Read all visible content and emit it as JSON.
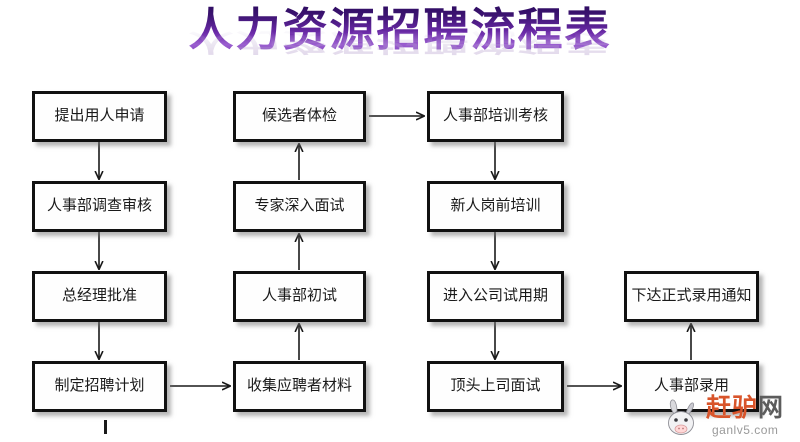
{
  "title": {
    "text": "人力资源招聘流程表",
    "gradient_top_color": "#2b0a5e",
    "gradient_bottom_color": "#9b5fd0",
    "reflection_color": "#b9a4cf"
  },
  "flowchart": {
    "type": "flowchart",
    "columns": 4,
    "rows": 4,
    "nodes": [
      {
        "id": "n1",
        "label": "提出用人申请",
        "col": 1,
        "row": 1
      },
      {
        "id": "n2",
        "label": "人事部调查审核",
        "col": 1,
        "row": 2
      },
      {
        "id": "n3",
        "label": "总经理批准",
        "col": 1,
        "row": 3
      },
      {
        "id": "n4",
        "label": "制定招聘计划",
        "col": 1,
        "row": 4
      },
      {
        "id": "n5",
        "label": "候选者体检",
        "col": 2,
        "row": 1
      },
      {
        "id": "n6",
        "label": "专家深入面试",
        "col": 2,
        "row": 2
      },
      {
        "id": "n7",
        "label": "人事部初试",
        "col": 2,
        "row": 3
      },
      {
        "id": "n8",
        "label": "收集应聘者材料",
        "col": 2,
        "row": 4
      },
      {
        "id": "n9",
        "label": "人事部培训考核",
        "col": 3,
        "row": 1
      },
      {
        "id": "n10",
        "label": "新人岗前培训",
        "col": 3,
        "row": 2
      },
      {
        "id": "n11",
        "label": "进入公司试用期",
        "col": 3,
        "row": 3
      },
      {
        "id": "n12",
        "label": "顶头上司面试",
        "col": 3,
        "row": 4
      },
      {
        "id": "n13",
        "label": "下达正式录用通知",
        "col": 4,
        "row": 3
      },
      {
        "id": "n14",
        "label": "人事部录用",
        "col": 4,
        "row": 4
      }
    ],
    "edges": [
      {
        "from": "n1",
        "to": "n2",
        "direction": "down"
      },
      {
        "from": "n2",
        "to": "n3",
        "direction": "down"
      },
      {
        "from": "n3",
        "to": "n4",
        "direction": "down"
      },
      {
        "from": "n4",
        "to": "n8",
        "direction": "right"
      },
      {
        "from": "n8",
        "to": "n7",
        "direction": "up"
      },
      {
        "from": "n7",
        "to": "n6",
        "direction": "up"
      },
      {
        "from": "n6",
        "to": "n5",
        "direction": "up"
      },
      {
        "from": "n5",
        "to": "n9",
        "direction": "right"
      },
      {
        "from": "n9",
        "to": "n10",
        "direction": "down"
      },
      {
        "from": "n10",
        "to": "n11",
        "direction": "down"
      },
      {
        "from": "n11",
        "to": "n12",
        "direction": "down"
      },
      {
        "from": "n12",
        "to": "n14",
        "direction": "right"
      },
      {
        "from": "n14",
        "to": "n13",
        "direction": "up"
      }
    ],
    "node_border_color": "#111111",
    "node_fill_color": "#fefefe",
    "connector_color": "#1a1a1a"
  },
  "watermark": {
    "brand_main": "赶驴",
    "brand_suffix": "网",
    "url": "ganlv5.com",
    "brand_color": "#d8542a",
    "suffix_color": "#5c5c5c",
    "url_color": "#9a9a9a",
    "icon": "donkey-icon"
  }
}
